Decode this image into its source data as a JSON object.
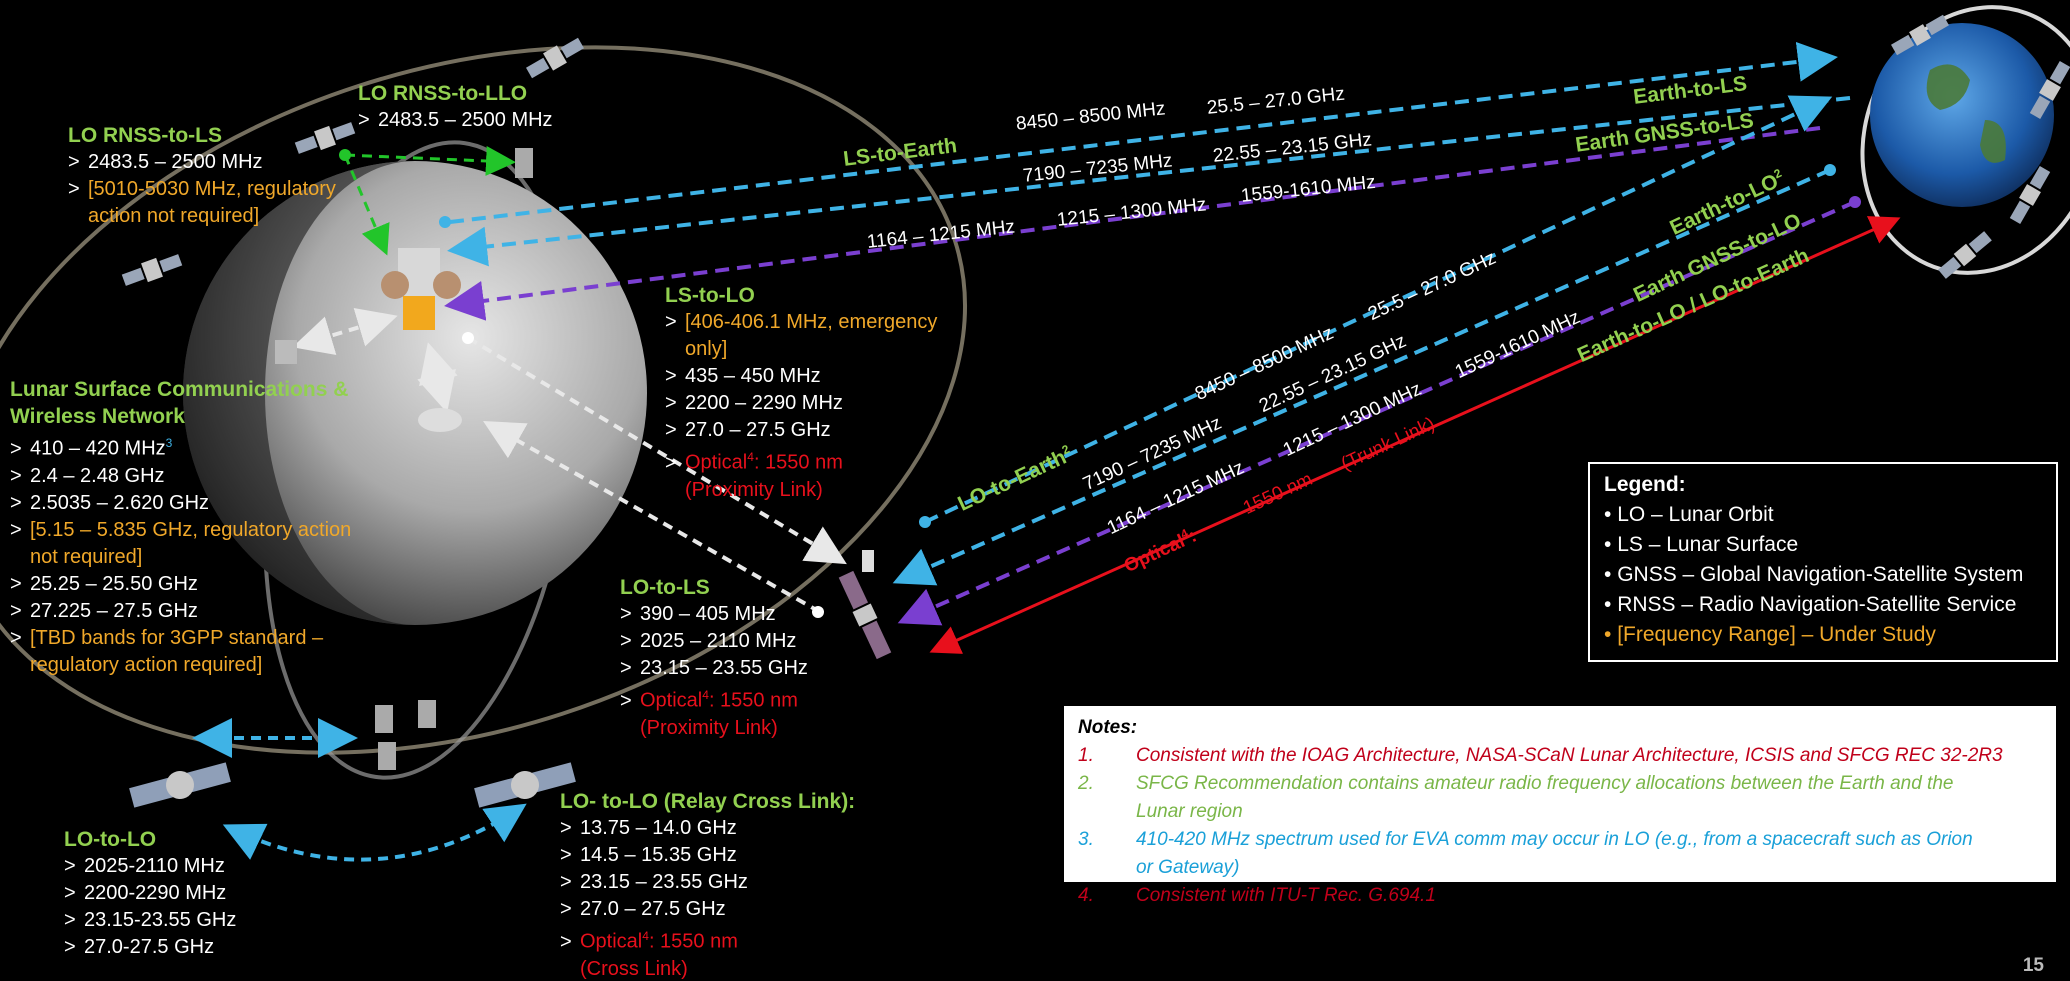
{
  "lo_rnss_to_ls": {
    "title": "LO RNSS-to-LS",
    "l1": "2483.5 – 2500 MHz",
    "l2a": "[5010-5030 MHz, regulatory",
    "l2b": "action not required]"
  },
  "lo_rnss_to_llo": {
    "title": "LO RNSS-to-LLO",
    "l1": "2483.5 – 2500 MHz"
  },
  "lunar_surface": {
    "title_a": "Lunar Surface Communications &",
    "title_b": "Wireless Network",
    "l1": "410 – 420 MHz",
    "l1_sup": "3",
    "l2": "2.4 – 2.48 GHz",
    "l3": "2.5035 – 2.620 GHz",
    "l4a": "[5.15 – 5.835 GHz, regulatory action",
    "l4b": "not required]",
    "l5": "25.25 – 25.50 GHz",
    "l6": "27.225 – 27.5 GHz",
    "l7a": "[TBD bands for 3GPP standard –",
    "l7b": "regulatory action required]"
  },
  "ls_to_lo": {
    "title": "LS-to-LO",
    "l1a": "[406-406.1 MHz, emergency",
    "l1b": "only]",
    "l2": "435 – 450 MHz",
    "l3": "2200 – 2290 MHz",
    "l4": "27.0 – 27.5 GHz",
    "l5_pre": "Optical",
    "l5_sup": "4",
    "l5_post": ": 1550 nm",
    "l5b": "(Proximity Link)"
  },
  "lo_to_ls": {
    "title": "LO-to-LS",
    "l1": "390 – 405 MHz",
    "l2": "2025 – 2110 MHz",
    "l3": "23.15 – 23.55 GHz",
    "l4_pre": "Optical",
    "l4_sup": "4",
    "l4_post": ": 1550 nm",
    "l4b": "(Proximity Link)"
  },
  "lo_to_lo": {
    "title": "LO-to-LO",
    "l1": "2025-2110 MHz",
    "l2": "2200-2290 MHz",
    "l3": "23.15-23.55 GHz",
    "l4": "27.0-27.5 GHz"
  },
  "relay": {
    "title": "LO- to-LO (Relay Cross Link):",
    "l1": "13.75 – 14.0 GHz",
    "l2": "14.5 – 15.35 GHz",
    "l3": "23.15 – 23.55 GHz",
    "l4": "27.0 – 27.5 GHz",
    "l5_pre": "Optical",
    "l5_sup": "4",
    "l5_post": ": 1550 nm",
    "l5b": "(Cross Link)"
  },
  "top_links": {
    "ls_to_earth": "LS-to-Earth",
    "earth_to_ls": "Earth-to-LS",
    "earth_gnss_to_ls": "Earth GNSS-to-LS",
    "f1": "8450 – 8500 MHz",
    "f2": "25.5 – 27.0 GHz",
    "f3": "7190 – 7235 MHz",
    "f4": "22.55 – 23.15 GHz",
    "f5": "1164 – 1215 MHz",
    "f6": "1215 – 1300 MHz",
    "f7": "1559-1610 MHz"
  },
  "lo_links": {
    "lo_to_earth": "LO-to-Earth",
    "lo_to_earth_sup": "2",
    "earth_to_lo": "Earth-to-LO",
    "earth_to_lo_sup": "2",
    "earth_gnss_to_lo": "Earth GNSS-to-LO",
    "earth_lo_optical": "Earth-to-LO / LO-to-Earth",
    "f1": "8450 – 8500 MHz",
    "f2": "25.5 – 27.0 GHz",
    "f3": "7190 – 7235 MHz",
    "f4": "22.55 – 23.15 GHz",
    "f5": "1164 – 1215 MHz",
    "f6": "1215 – 1300 MHz",
    "f7": "1559-1610 MHz",
    "opt_pre": "Optical",
    "opt_sup": "4",
    "opt_post": ":",
    "opt_nm": "1550 nm",
    "opt_trunk": "(Trunk Link)"
  },
  "legend": {
    "title": "Legend:",
    "i1": "LO – Lunar Orbit",
    "i2": "LS – Lunar Surface",
    "i3": "GNSS – Global Navigation-Satellite System",
    "i4": "RNSS – Radio Navigation-Satellite Service",
    "i5": "[Frequency Range] – Under Study"
  },
  "notes": {
    "title": "Notes:",
    "n1_num": "1.",
    "n1": "Consistent with the IOAG Architecture, NASA-SCaN Lunar Architecture, ICSIS and SFCG REC 32-2R3",
    "n2_num": "2.",
    "n2a": "SFCG Recommendation contains amateur radio frequency allocations between the Earth and the",
    "n2b": "Lunar region",
    "n3_num": "3.",
    "n3a": "410-420 MHz spectrum used for EVA comm may occur in LO (e.g., from a spacecraft such as Orion",
    "n3b": "or Gateway)",
    "n4_num": "4.",
    "n4": "Consistent with ITU-T Rec. G.694.1"
  },
  "page_number": "15",
  "colors": {
    "green": "#92d050",
    "orange": "#f0a82a",
    "red": "#e8101c",
    "cyan": "#3fb3e6",
    "purple": "#7a3fd0",
    "note_blue": "#1aa0d8"
  }
}
